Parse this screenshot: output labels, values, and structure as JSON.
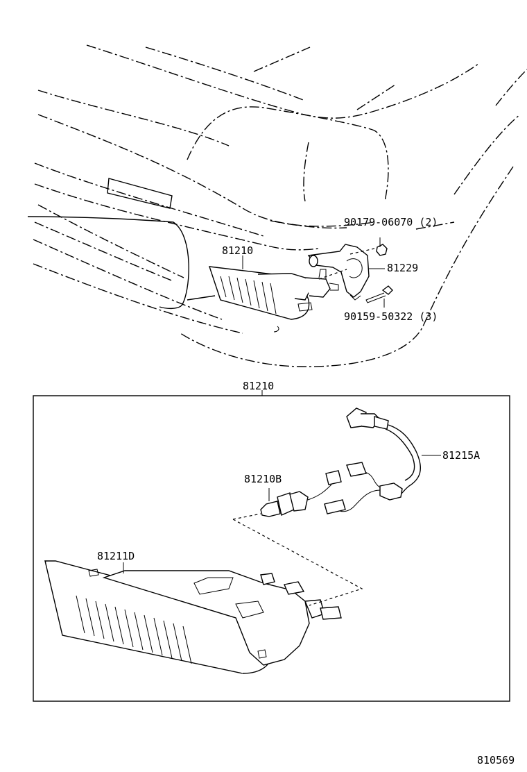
{
  "labels": {
    "bolt_nut": "90179-06070 (2)",
    "bracket": "81229",
    "screw": "90159-50322 (3)",
    "lamp_assy_top": "81210",
    "lamp_assy_box": "81210",
    "socket_wire": "81215A",
    "bulb": "81210B",
    "lens_housing": "81211D",
    "diagram_number": "810569"
  }
}
